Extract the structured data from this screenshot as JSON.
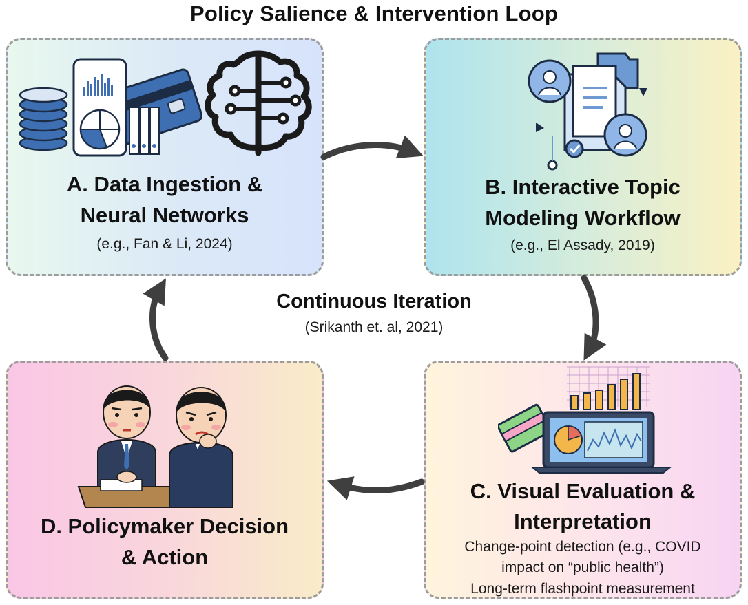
{
  "title": "Policy Salience & Intervention Loop",
  "center": {
    "title": "Continuous Iteration",
    "citation": "(Srikanth et. al, 2021)"
  },
  "boxes": {
    "a": {
      "title_line1": "A. Data Ingestion &",
      "title_line2": "Neural Networks",
      "citation": "(e.g., Fan & Li, 2024)"
    },
    "b": {
      "title_line1": "B. Interactive Topic",
      "title_line2": "Modeling Workflow",
      "citation": "(e.g., El Assady, 2019)"
    },
    "c": {
      "title_line1": "C. Visual Evaluation &",
      "title_line2": "Interpretation",
      "detail_line1": "Change-point detection (e.g., COVID",
      "detail_line2": "impact on “public health”)",
      "detail_line3": "Long-term flashpoint measurement"
    },
    "d": {
      "title_line1": "D. Policymaker Decision",
      "title_line2": "& Action"
    }
  },
  "icons": [
    "coin-stack-icon",
    "tablet-chart-icon",
    "credit-card-icon",
    "binders-icon",
    "brain-gear-icon",
    "documents-profile-icon",
    "chart-laptop-icon",
    "policymakers-icon"
  ],
  "colors": {
    "arrow": "#3f3f3f",
    "border": "#9c9c9c"
  }
}
